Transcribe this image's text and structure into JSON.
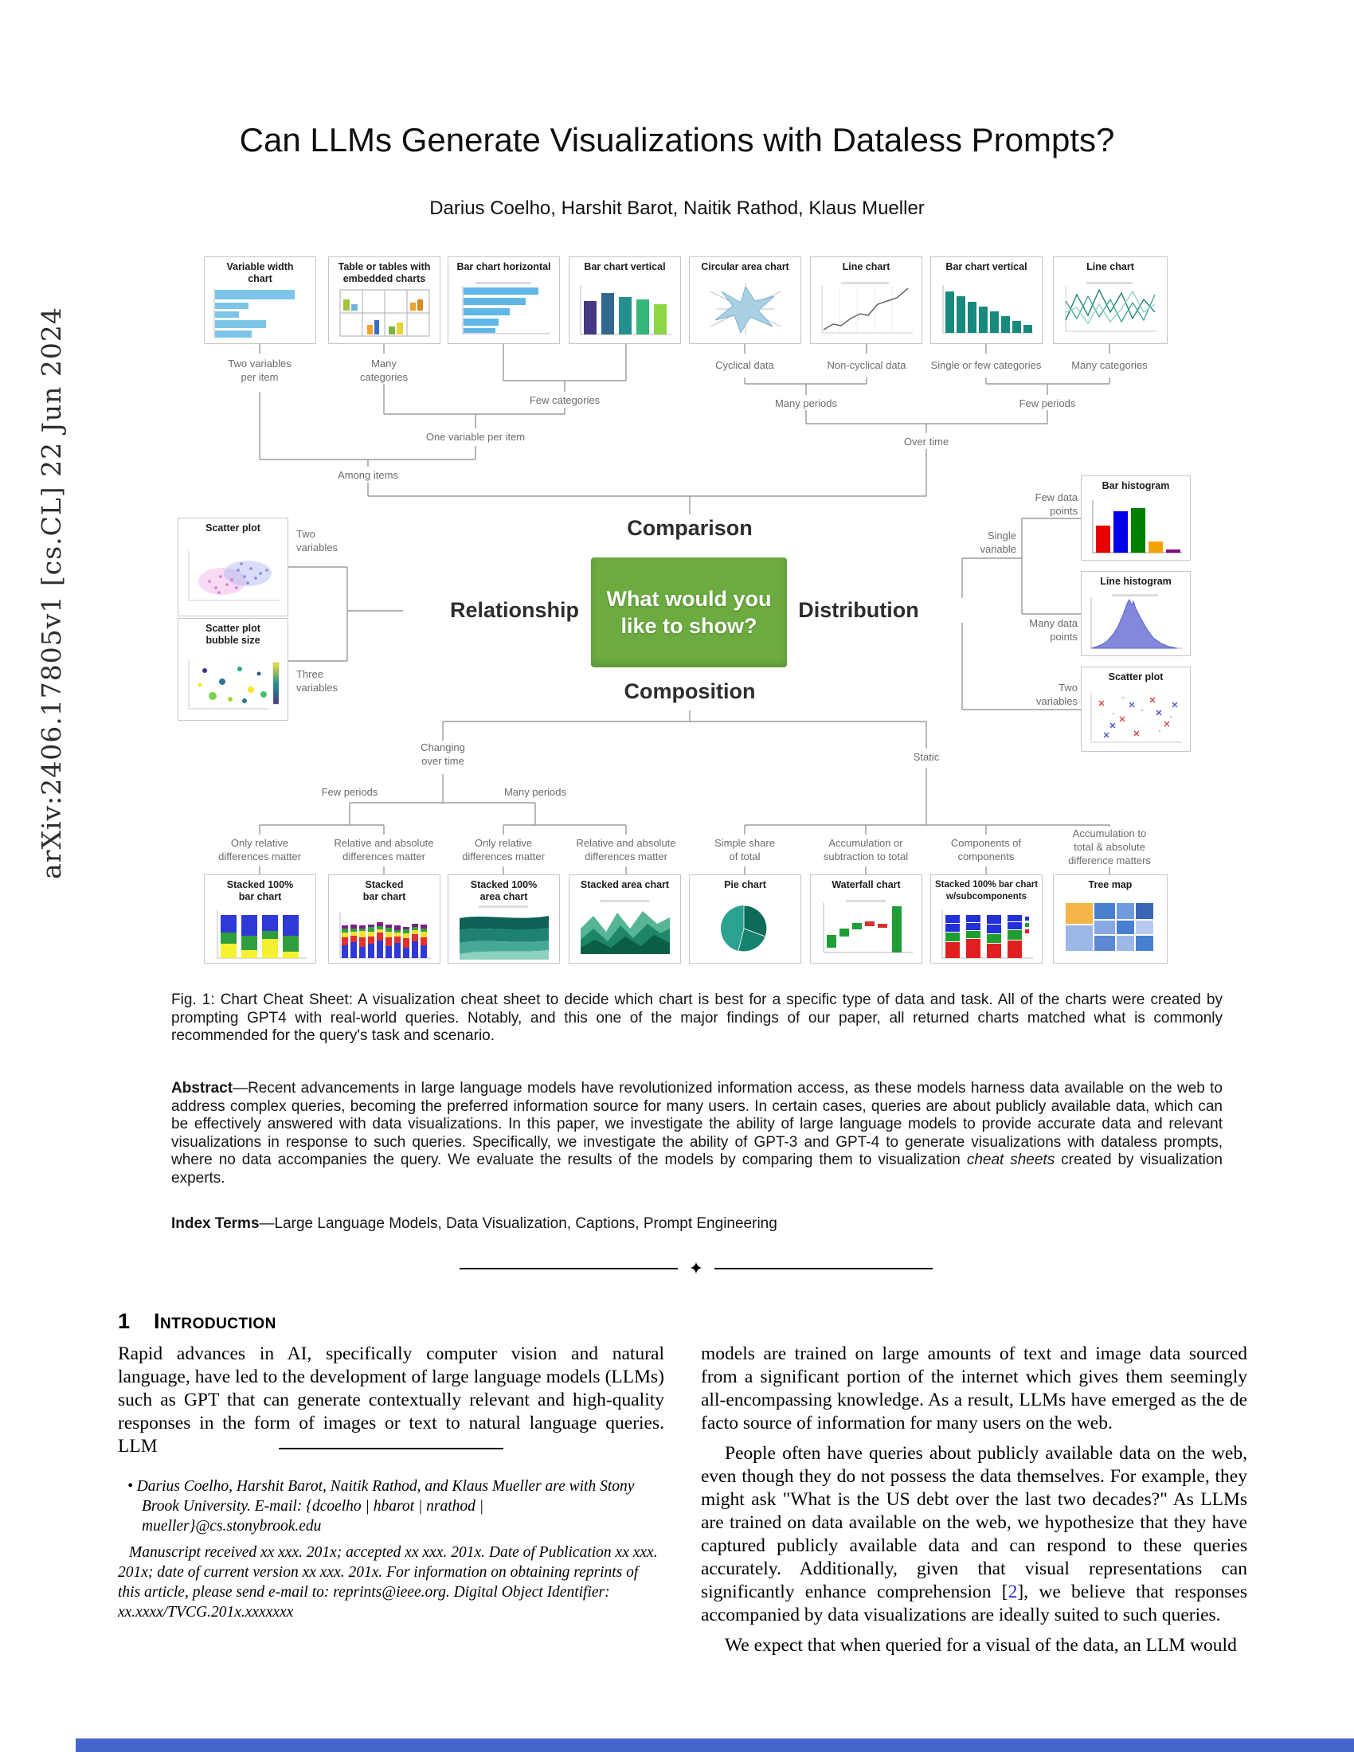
{
  "sidebar": {
    "arxiv_label": "arXiv:2406.17805v1  [cs.CL]  22 Jun 2024"
  },
  "header": {
    "title": "Can LLMs Generate Visualizations with Dataless Prompts?",
    "authors": "Darius Coelho, Harshit Barot, Naitik Rathod, Klaus Mueller"
  },
  "icons": {
    "divider_diamond": "✦"
  },
  "figure": {
    "question": "What would you\nlike to show?",
    "branches": {
      "top": "Comparison",
      "left": "Relationship",
      "right": "Distribution",
      "bottom": "Composition"
    },
    "top_cards": [
      {
        "title": "Variable width\nchart"
      },
      {
        "title": "Table or tables with\nembedded charts"
      },
      {
        "title": "Bar chart horizontal"
      },
      {
        "title": "Bar chart vertical"
      },
      {
        "title": "Circular area chart"
      },
      {
        "title": "Line chart"
      },
      {
        "title": "Bar chart vertical"
      },
      {
        "title": "Line chart"
      }
    ],
    "top_labels": [
      "Two variables\nper item",
      "Many\ncategories",
      "Cyclical data",
      "Non-cyclical data",
      "Single or few categories",
      "Many categories"
    ],
    "join_labels": {
      "few_categories": "Few categories",
      "many_periods": "Many periods",
      "few_periods": "Few periods",
      "one_variable": "One variable per item",
      "over_time": "Over time",
      "among_items": "Among items"
    },
    "relationship_branch": {
      "cards": [
        {
          "title": "Scatter plot"
        },
        {
          "title": "Scatter plot\nbubble size"
        }
      ],
      "labels": [
        "Two\nvariables",
        "Three\nvariables"
      ]
    },
    "distribution_branch": {
      "cards": [
        {
          "title": "Bar histogram"
        },
        {
          "title": "Line histogram"
        },
        {
          "title": "Scatter plot"
        }
      ],
      "labels": {
        "few_data": "Few data\npoints",
        "single_variable": "Single\nvariable",
        "many_data": "Many data\npoints",
        "two_variables": "Two\nvariables"
      }
    },
    "composition_branch": {
      "changing": "Changing\nover time",
      "static": "Static",
      "few_periods": "Few periods",
      "many_periods": "Many periods",
      "leaves": [
        "Only relative\ndifferences matter",
        "Relative and absolute\ndifferences matter",
        "Only relative\ndifferences matter",
        "Relative and absolute\ndifferences matter",
        "Simple share\nof total",
        "Accumulation or\nsubtraction to total",
        "Components of\ncomponents",
        "Accumulation to\ntotal & absolute\ndifference matters"
      ]
    },
    "bottom_cards": [
      {
        "title": "Stacked 100%\nbar chart"
      },
      {
        "title": "Stacked\nbar chart"
      },
      {
        "title": "Stacked 100%\narea chart"
      },
      {
        "title": "Stacked area chart"
      },
      {
        "title": "Pie chart"
      },
      {
        "title": "Waterfall chart"
      },
      {
        "title": "Stacked 100% bar chart\nw/subcomponents"
      },
      {
        "title": "Tree map"
      }
    ]
  },
  "caption": {
    "text": "Fig. 1: Chart Cheat Sheet: A visualization cheat sheet to decide which chart is best for a specific type of data and task. All of the charts were created by prompting GPT4 with real-world queries. Notably, and this one of the major findings of our paper, all returned charts matched what is commonly recommended for the query's task and scenario."
  },
  "abstract": {
    "label": "Abstract",
    "body_before": "—Recent advancements in large language models have revolutionized information access, as these models harness data available on the web to address complex queries, becoming the preferred information source for many users. In certain cases, queries are about publicly available data, which can be effectively answered with data visualizations. In this paper, we investigate the ability of large language models to provide accurate data and relevant visualizations in response to such queries. Specifically, we investigate the ability of GPT-3 and GPT-4 to generate visualizations with dataless prompts, where no data accompanies the query. We evaluate the results of the models by comparing them to visualization ",
    "emphasis": "cheat sheets",
    "body_after": " created by visualization experts."
  },
  "index_terms": {
    "label": "Index Terms",
    "body": "—Large Language Models, Data Visualization, Captions, Prompt Engineering"
  },
  "introduction": {
    "section_number": "1",
    "section_title": "Introduction",
    "left_column_paragraph": "Rapid advances in AI, specifically computer vision and natural language, have led to the development of large language models (LLMs) such as GPT that can generate contextually relevant and high-quality responses in the form of images or text to natural language queries. LLM",
    "right_paragraph_1": "models are trained on large amounts of text and image data sourced from a significant portion of the internet which gives them seemingly all-encompassing knowledge. As a result, LLMs have emerged as the de facto source of information for many users on the web.",
    "right_paragraph_2_before": "People often have queries about publicly available data on the web, even though they do not possess the data themselves. For example, they might ask \"What is the US debt over the last two decades?\" As LLMs are trained on data available on the web, we hypothesize that they have captured publicly available data and can respond to these queries accurately. Additionally, given that visual representations can significantly enhance comprehension [",
    "citation_2": "2",
    "right_paragraph_2_after": "], we believe that responses accompanied by data visualizations are ideally suited to such queries.",
    "right_paragraph_3": "We expect that when queried for a visual of the data, an LLM would"
  },
  "footnotes": {
    "author_note": "• Darius Coelho, Harshit Barot, Naitik Rathod, and Klaus Mueller are with Stony Brook University. E-mail: {dcoelho | hbarot | nrathod | mueller}@cs.stonybrook.edu",
    "manuscript_note": "Manuscript received xx xxx. 201x; accepted xx xxx. 201x. Date of Publication xx xxx. 201x; date of current version xx xxx. 201x. For information on obtaining reprints of this article, please send e-mail to: reprints@ieee.org. Digital Object Identifier: xx.xxxx/TVCG.201x.xxxxxxx"
  },
  "colors": {
    "question_box_green": "#6cab40",
    "citation_link_blue": "#2633cc",
    "bottom_bar_blue": "#4665cc"
  }
}
